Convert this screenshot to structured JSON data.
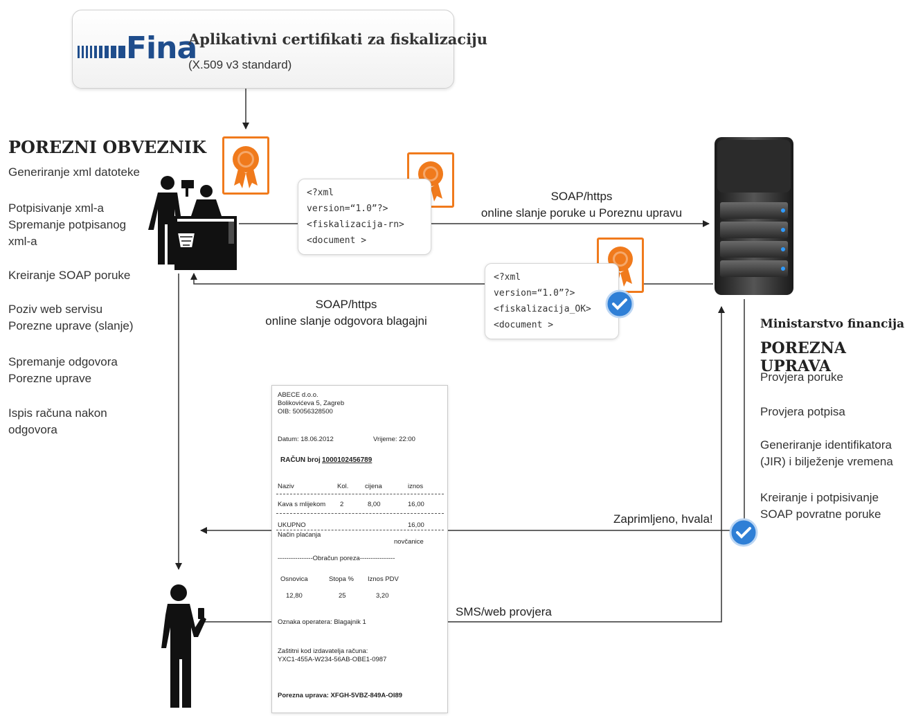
{
  "fina": {
    "logo_text": "Fina",
    "title": "Aplikativni certifikati za fiskalizaciju",
    "subtitle": "(X.509 v3 standard)"
  },
  "taxpayer": {
    "heading": "POREZNI OBVEZNIK",
    "steps": [
      "Generiranje xml datoteke",
      "Potpisivanje xml-a",
      "Spremanje potpisanog",
      "xml-a",
      "Kreiranje SOAP poruke",
      "Poziv web servisu",
      "Porezne uprave (slanje)",
      "Spremanje odgovora",
      "Porezne uprave",
      "Ispis računa nakon",
      "odgovora"
    ]
  },
  "tax_authority": {
    "ministry": "Ministarstvo financija",
    "heading": "POREZNA UPRAVA",
    "steps": [
      "Provjera poruke",
      "Provjera potpisa",
      "Generiranje identifikatora",
      "(JIR) i bilježenje vremena",
      "Kreiranje i potpisivanje",
      "SOAP povratne poruke"
    ]
  },
  "request_xml": [
    "<?xml",
    "version=“1.0”?>",
    "<fiskalizacija-rn>",
    "<document >"
  ],
  "response_xml": [
    "<?xml",
    "version=“1.0”?>",
    "<fiskalizacija_OK>",
    "<document >"
  ],
  "flows": {
    "send_line1": "SOAP/https",
    "send_line2": "online slanje poruke u Poreznu upravu",
    "reply_line1": "SOAP/https",
    "reply_line2": "online slanje odgovora blagajni",
    "sms_check": "SMS/web provjera",
    "thanks": "Zaprimljeno, hvala!"
  },
  "receipt": {
    "company": "ABECE d.o.o.",
    "address": "Bolikovićeva 5, Zagreb",
    "oib": "OIB: 50056328500",
    "date": "Datum: 18.06.2012",
    "time": "Vrijeme: 22:00",
    "invoice_label": "RAČUN broj",
    "invoice_no": "1000102456789",
    "columns": [
      "Naziv",
      "Kol.",
      "cijena",
      "iznos"
    ],
    "item": [
      "Kava s mlijekom",
      "2",
      "8,00",
      "16,00"
    ],
    "total_label": "UKUPNO",
    "total_value": "16,00",
    "payment_label": "Način plaćanja",
    "payment_value": "novčanice",
    "tax_heading": "----------------Obračun poreza----------------",
    "tax_columns": [
      "Osnovica",
      "Stopa %",
      "Iznos PDV"
    ],
    "tax_values": [
      "12,80",
      "25",
      "3,20"
    ],
    "operator": "Oznaka operatera: Blagajnik 1",
    "zki_label": "Zaštitni kod izdavatelja računa:",
    "zki_value": "YXC1-455A-W234-56AB-OBE1-0987",
    "jir": "Porezna uprava: XFGH-5VBZ-849A-OI89"
  },
  "colors": {
    "badge": "#f07a1c",
    "check": "#2f7fd6",
    "fina_blue": "#1f4d8c"
  }
}
